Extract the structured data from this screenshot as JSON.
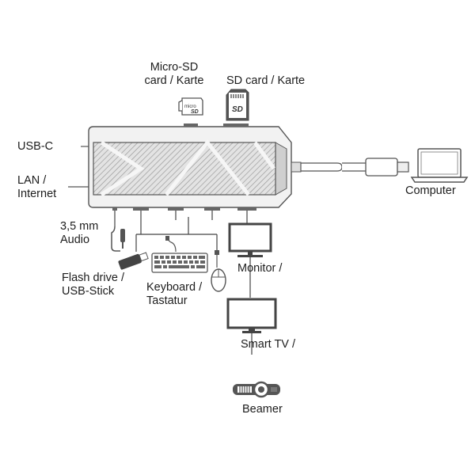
{
  "labels": {
    "micro_sd_line1": "Micro-SD",
    "micro_sd_line2": "card / Karte",
    "sd_card": "SD card / Karte",
    "usb_c": "USB-C",
    "lan_line1": "LAN /",
    "lan_line2": "Internet",
    "computer": "Computer",
    "audio_line1": "3,5 mm",
    "audio_line2": "Audio",
    "flash_line1": "Flash drive /",
    "flash_line2": "USB-Stick",
    "keyboard_line1": "Keyboard /",
    "keyboard_line2": "Tastatur",
    "monitor": "Monitor /",
    "smart_tv": "Smart TV /",
    "beamer": "Beamer"
  },
  "icons": {
    "micro_sd_text": "micro",
    "sd_text": "SD"
  },
  "colors": {
    "stroke": "#444444",
    "hub_fill": "#e9e9e9",
    "panel_fill": "#d6d6d6",
    "device_fill": "#555555",
    "text": "#1d1d1d"
  }
}
